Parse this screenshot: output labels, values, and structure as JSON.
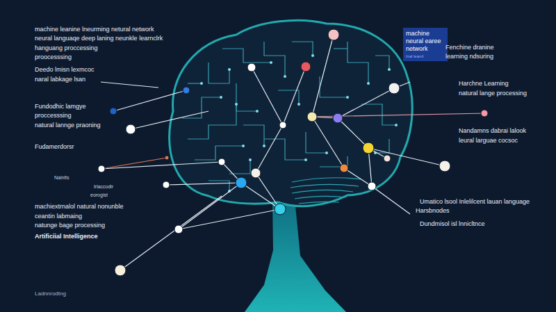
{
  "diagram": {
    "nodes": [
      {
        "text": [
          "machine neural earee network",
          "lnal leaml"
        ]
      }
    ],
    "labels": [
      "machine leanine lneurming netural network",
      "neural languaqe deep laning neunkle learnclrk",
      "hanguang proccessing",
      "proocesssing",
      "Deedo lmisn lexmcoc",
      "naral labkage lsan",
      "Fundodhic lamgye",
      "proccesssing",
      "natural lannge praoning",
      "Fudamerdorsr",
      "Nalnfis",
      "lrlaccodlr",
      "eorogist",
      "machiextrnalol natural nonunble",
      "ceantin labmaing",
      "natunge bage processing",
      "Artificiial Intelligence",
      "Ladnnrodtng",
      "Fenchine dranine",
      "learning ndsuring",
      "Harchne Learning",
      "natural lange processing",
      "Nandamns dabrai lalook",
      "leural larguae cocsoc",
      "Umatico lsool Inlelilcent lauan language",
      "Harsbnodes",
      "Dundmisol isl lnnicltnce"
    ]
  }
}
